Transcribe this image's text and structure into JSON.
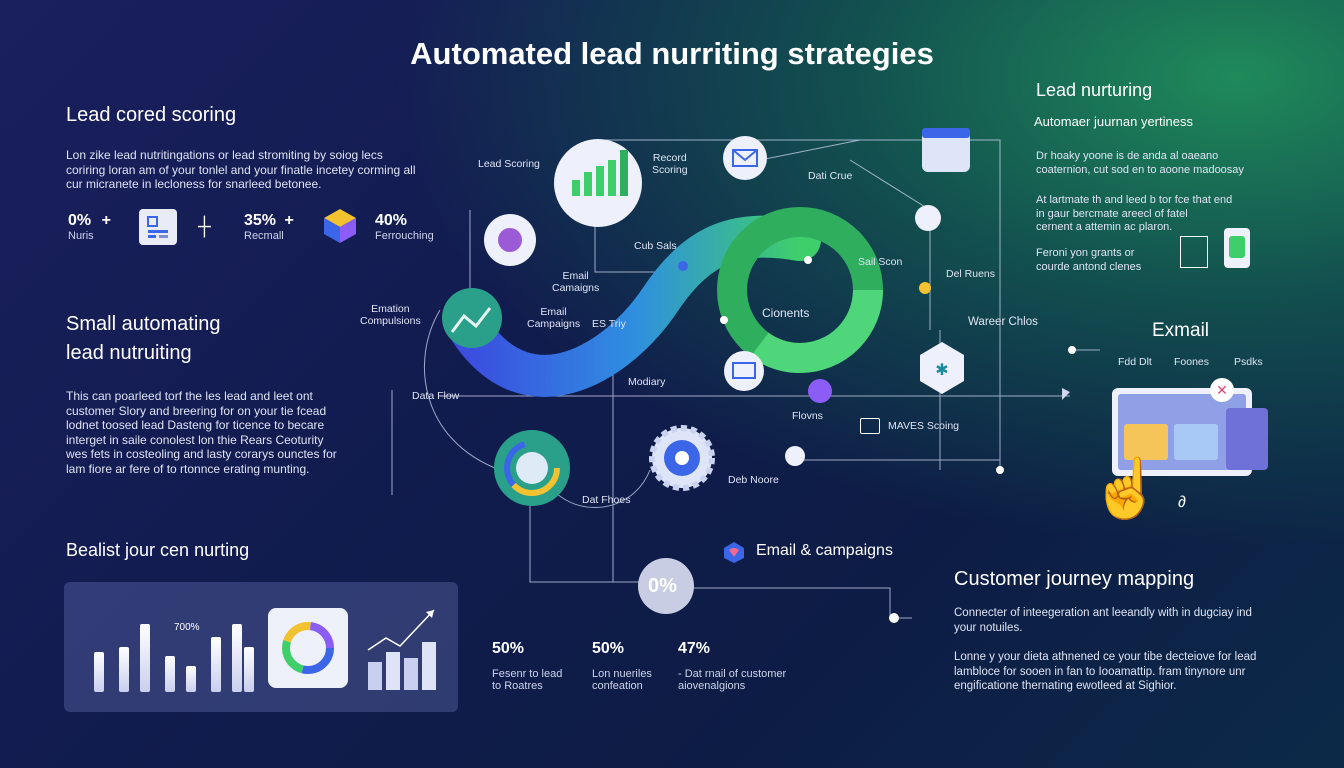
{
  "title": "Automated lead nurriting strategies",
  "left": {
    "section1": {
      "heading": "Lead cored scoring",
      "paragraph": [
        "Lon zike lead nutritingations or lead stromiting by soiog lecs",
        "coriring loran am of your tonlel and your finatle incetey corming all",
        "cur micranete in lecloness for snarleed betonee."
      ],
      "stats": [
        {
          "value": "0%",
          "plus": "+",
          "label": "Nuris"
        },
        {
          "value": "35%",
          "plus": "+",
          "label": "Recmall"
        },
        {
          "value": "40%",
          "plus": "",
          "label": "Ferrouching"
        }
      ]
    },
    "section2": {
      "heading_line1": "Small automating",
      "heading_line2": "lead nutruiting",
      "paragraph": [
        "This can poarleed torf the les lead and leet ont",
        "customer Slory and breering for on your tie fcead",
        "lodnet toosed lead Dasteng for ticence to becare",
        "interget in saile conolest lon thie Rears Ceoturity",
        "wes fets in costeoling and lasty corarys ounctes for",
        "lam fiore ar fere of to rtonnce erating munting."
      ]
    },
    "section3": {
      "heading": "Bealist jour cen nurting",
      "bar_label": "700%"
    }
  },
  "chart_data": {
    "type": "bar",
    "categories": [
      "",
      "",
      "",
      "",
      "",
      "",
      "",
      ""
    ],
    "values": [
      40,
      45,
      68,
      36,
      26,
      55,
      68,
      45
    ],
    "ylim": [
      0,
      100
    ]
  },
  "bottom_stats": [
    {
      "value": "50%",
      "label_line1": "Fesenr to lead",
      "label_line2": "to Roatres"
    },
    {
      "value": "50%",
      "label_line1": "Lon nueriles",
      "label_line2": "confeation"
    },
    {
      "value": "47%",
      "label_line1": "- Dat rnail of customer",
      "label_line2": "aiovenalgions"
    }
  ],
  "diagram": {
    "labels": {
      "lead_scoring": "Lead Scoring",
      "record_scoring_1": "Record",
      "record_scoring_2": "Scoring",
      "dash_cue": "Dati Crue",
      "cub_sals": "Cub Sals",
      "email_campaigns_small_1": "Email",
      "email_campaigns_small_2": "Camaigns",
      "email_compulsions_1": "Emation",
      "email_compulsions_2": "Compulsions",
      "email_campaigns_1": "Email",
      "email_campaigns_2": "Campaigns",
      "es_trny": "ES Triy",
      "sail_scon": "Sail Scon",
      "del_ruens": "Del Ruens",
      "clients": "Cionents",
      "wareer_chlos": "Wareer Chlos",
      "data_flow": "Data Flow",
      "modiary": "Modiary",
      "flovns": "Flovns",
      "manes_scoring": "MAVES Scoing",
      "del_noore": "Deb Noore",
      "dat_fhoes": "Dat Fhoes",
      "center_percent": "0%"
    }
  },
  "right": {
    "lead_nurturing": {
      "heading": "Lead nurturing",
      "subheading": "Automaer juurnan yertiness",
      "p1": [
        "Dr hoaky yoone is de anda al oaeano",
        "coaternion, cut sod en to aoone madoosay"
      ],
      "p2": [
        "At lartmate th and leed b tor fce that end",
        "in gaur bercmate areecl of fatel",
        "cernent a attemin ac plaron."
      ],
      "p3": [
        "Feroni yon grants or",
        "courde antond clenes"
      ]
    },
    "exmail": {
      "heading": "Exmail",
      "tabs": [
        "Fdd Dlt",
        "Foones",
        "Psdks"
      ]
    },
    "email_campaigns": "Email & campaigns",
    "journey": {
      "heading": "Customer journey mapping",
      "p1": [
        "Connecter of inteegeration ant leeandly with in dugciay ind",
        "your notuiles."
      ],
      "p2": [
        "Lonne y your dieta athnened ce your tibe decteiove for lead",
        "lambloce for sooen in fan to Iooamattip. fram tinynore unr",
        "engificatione thernating ewotleed at Sighior."
      ]
    }
  },
  "colors": {
    "accent_green": "#3fcf6a",
    "accent_blue": "#3b66e8",
    "background": "#111c4e"
  }
}
